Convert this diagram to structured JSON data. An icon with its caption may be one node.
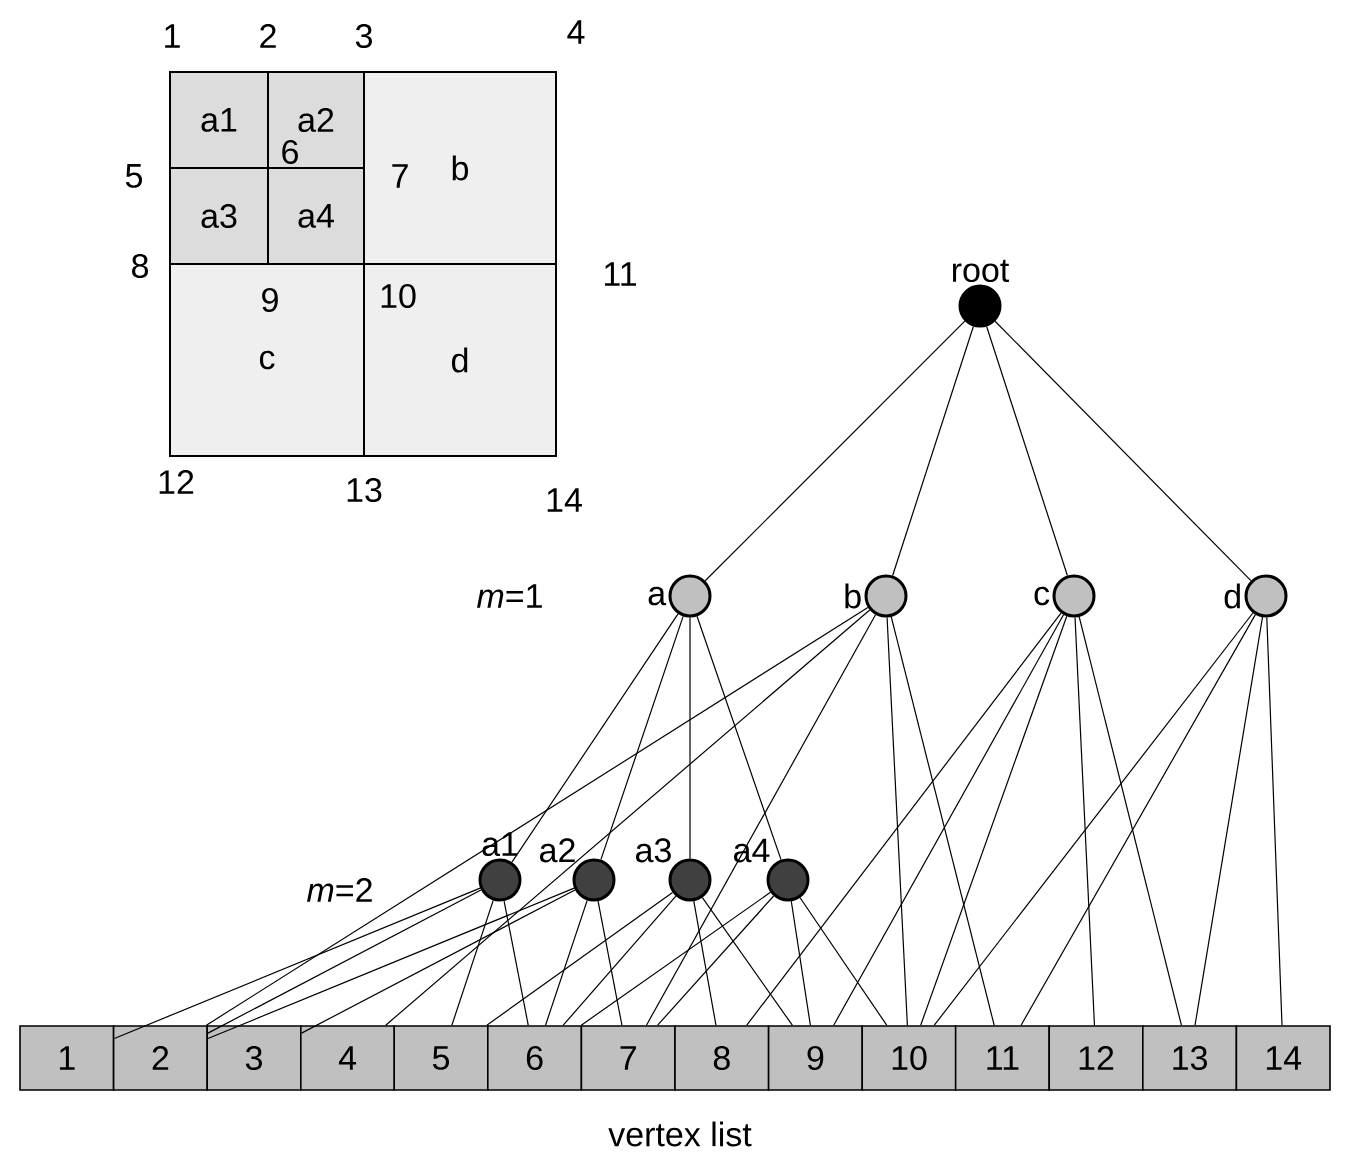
{
  "diagram": {
    "nodes": [
      {
        "text": [
          "a1"
        ]
      },
      {
        "text": [
          "a2"
        ]
      },
      {
        "text": [
          "a3"
        ]
      },
      {
        "text": [
          "a4"
        ]
      },
      {
        "text": [
          "b"
        ]
      },
      {
        "text": [
          "c"
        ]
      },
      {
        "text": [
          "d"
        ]
      },
      {
        "text": [
          "root"
        ]
      },
      {
        "text": [
          "a"
        ]
      },
      {
        "text": [
          "b"
        ]
      },
      {
        "text": [
          "c"
        ]
      },
      {
        "text": [
          "d"
        ]
      },
      {
        "text": [
          "a1"
        ]
      },
      {
        "text": [
          "a2"
        ]
      },
      {
        "text": [
          "a3"
        ]
      },
      {
        "text": [
          "a4"
        ]
      },
      {
        "text": [
          "1"
        ]
      },
      {
        "text": [
          "2"
        ]
      },
      {
        "text": [
          "3"
        ]
      },
      {
        "text": [
          "4"
        ]
      },
      {
        "text": [
          "5"
        ]
      },
      {
        "text": [
          "6"
        ]
      },
      {
        "text": [
          "7"
        ]
      },
      {
        "text": [
          "8"
        ]
      },
      {
        "text": [
          "9"
        ]
      },
      {
        "text": [
          "10"
        ]
      },
      {
        "text": [
          "11"
        ]
      },
      {
        "text": [
          "12"
        ]
      },
      {
        "text": [
          "13"
        ]
      },
      {
        "text": [
          "14"
        ]
      }
    ],
    "edges": [
      {
        "from": 7,
        "to": 8,
        "arrow": "none"
      },
      {
        "from": 7,
        "to": 9,
        "arrow": "none"
      },
      {
        "from": 7,
        "to": 10,
        "arrow": "none"
      },
      {
        "from": 7,
        "to": 11,
        "arrow": "none"
      },
      {
        "from": 8,
        "to": 12,
        "arrow": "none"
      },
      {
        "from": 8,
        "to": 13,
        "arrow": "none"
      },
      {
        "from": 8,
        "to": 14,
        "arrow": "none"
      },
      {
        "from": 8,
        "to": 15,
        "arrow": "none"
      },
      {
        "from": 12,
        "to": 16,
        "arrow": "none"
      },
      {
        "from": 12,
        "to": 17,
        "arrow": "none"
      },
      {
        "from": 12,
        "to": 20,
        "arrow": "none"
      },
      {
        "from": 12,
        "to": 21,
        "arrow": "none"
      },
      {
        "from": 13,
        "to": 17,
        "arrow": "none"
      },
      {
        "from": 13,
        "to": 18,
        "arrow": "none"
      },
      {
        "from": 13,
        "to": 21,
        "arrow": "none"
      },
      {
        "from": 13,
        "to": 22,
        "arrow": "none"
      },
      {
        "from": 14,
        "to": 20,
        "arrow": "none"
      },
      {
        "from": 14,
        "to": 21,
        "arrow": "none"
      },
      {
        "from": 14,
        "to": 23,
        "arrow": "none"
      },
      {
        "from": 14,
        "to": 24,
        "arrow": "none"
      },
      {
        "from": 15,
        "to": 21,
        "arrow": "none"
      },
      {
        "from": 15,
        "to": 22,
        "arrow": "none"
      },
      {
        "from": 15,
        "to": 24,
        "arrow": "none"
      },
      {
        "from": 15,
        "to": 25,
        "arrow": "none"
      },
      {
        "from": 9,
        "to": 18,
        "arrow": "none"
      },
      {
        "from": 9,
        "to": 19,
        "arrow": "none"
      },
      {
        "from": 9,
        "to": 22,
        "arrow": "none"
      },
      {
        "from": 9,
        "to": 25,
        "arrow": "none"
      },
      {
        "from": 9,
        "to": 26,
        "arrow": "none"
      },
      {
        "from": 10,
        "to": 23,
        "arrow": "none"
      },
      {
        "from": 10,
        "to": 24,
        "arrow": "none"
      },
      {
        "from": 10,
        "to": 25,
        "arrow": "none"
      },
      {
        "from": 10,
        "to": 27,
        "arrow": "none"
      },
      {
        "from": 10,
        "to": 28,
        "arrow": "none"
      },
      {
        "from": 11,
        "to": 25,
        "arrow": "none"
      },
      {
        "from": 11,
        "to": 26,
        "arrow": "none"
      },
      {
        "from": 11,
        "to": 28,
        "arrow": "none"
      },
      {
        "from": 11,
        "to": 29,
        "arrow": "none"
      }
    ],
    "labels": [
      "1",
      "2",
      "3",
      "4",
      "6",
      "5",
      "7",
      "8",
      "9",
      "10",
      "11",
      "12",
      "13",
      "14",
      "*m*=1",
      "*m*=2",
      "vertex list"
    ]
  }
}
